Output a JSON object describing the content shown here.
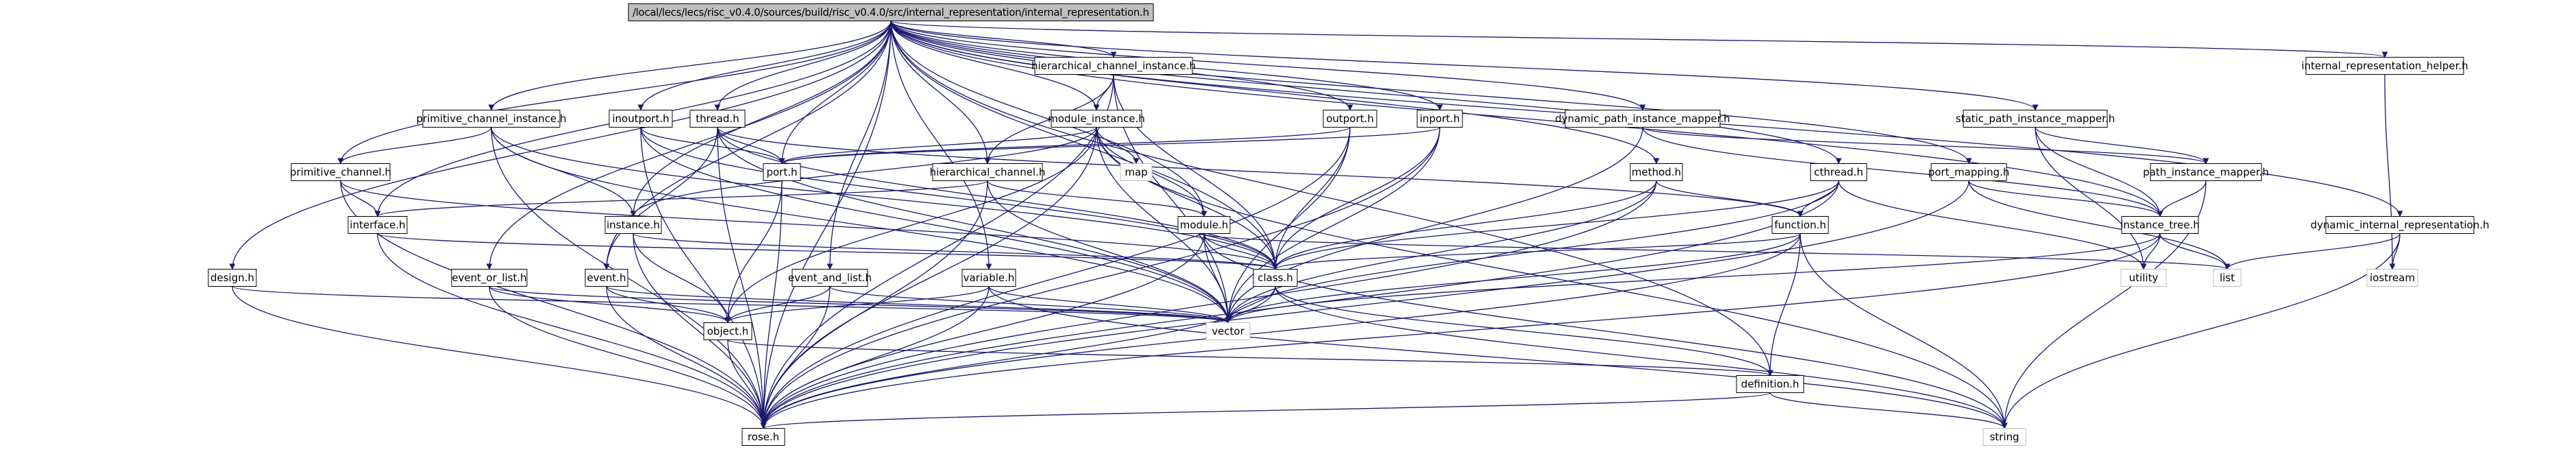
{
  "graph": {
    "colors": {
      "edge": "#191970",
      "node_border": "#000000",
      "root_fill": "#bfbfbf",
      "node_fill": "#ffffff",
      "external_border": "#bfbfbf",
      "external_text": "#000000"
    },
    "nodes": [
      {
        "id": "root",
        "label": "/local/lecs/lecs/risc_v0.4.0/sources/build/risc_v0.4.0/src/internal_representation/internal_representation.h",
        "kind": "root"
      },
      {
        "id": "hci",
        "label": "hierarchical_channel_instance.h",
        "kind": "file"
      },
      {
        "id": "irh",
        "label": "internal_representation_helper.h",
        "kind": "file"
      },
      {
        "id": "pci",
        "label": "primitive_channel_instance.h",
        "kind": "file"
      },
      {
        "id": "inoutport",
        "label": "inoutport.h",
        "kind": "file"
      },
      {
        "id": "thread",
        "label": "thread.h",
        "kind": "file"
      },
      {
        "id": "modinst",
        "label": "module_instance.h",
        "kind": "file"
      },
      {
        "id": "outport",
        "label": "outport.h",
        "kind": "file"
      },
      {
        "id": "inport",
        "label": "inport.h",
        "kind": "file"
      },
      {
        "id": "dpim",
        "label": "dynamic_path_instance_mapper.h",
        "kind": "file"
      },
      {
        "id": "spim",
        "label": "static_path_instance_mapper.h",
        "kind": "file"
      },
      {
        "id": "primch",
        "label": "primitive_channel.h",
        "kind": "file"
      },
      {
        "id": "port",
        "label": "port.h",
        "kind": "file"
      },
      {
        "id": "map",
        "label": "map",
        "kind": "external"
      },
      {
        "id": "hch",
        "label": "hierarchical_channel.h",
        "kind": "file"
      },
      {
        "id": "method",
        "label": "method.h",
        "kind": "file"
      },
      {
        "id": "cthread",
        "label": "cthread.h",
        "kind": "file"
      },
      {
        "id": "portmap",
        "label": "port_mapping.h",
        "kind": "file"
      },
      {
        "id": "pim",
        "label": "path_instance_mapper.h",
        "kind": "file"
      },
      {
        "id": "interface",
        "label": "interface.h",
        "kind": "file"
      },
      {
        "id": "instance",
        "label": "instance.h",
        "kind": "file"
      },
      {
        "id": "module",
        "label": "module.h",
        "kind": "file"
      },
      {
        "id": "function",
        "label": "function.h",
        "kind": "file"
      },
      {
        "id": "itree",
        "label": "instance_tree.h",
        "kind": "file"
      },
      {
        "id": "dir",
        "label": "dynamic_internal_representation.h",
        "kind": "file"
      },
      {
        "id": "design",
        "label": "design.h",
        "kind": "file"
      },
      {
        "id": "eol",
        "label": "event_or_list.h",
        "kind": "file"
      },
      {
        "id": "event",
        "label": "event.h",
        "kind": "file"
      },
      {
        "id": "eal",
        "label": "event_and_list.h",
        "kind": "file"
      },
      {
        "id": "variable",
        "label": "variable.h",
        "kind": "file"
      },
      {
        "id": "class",
        "label": "class.h",
        "kind": "file"
      },
      {
        "id": "utility",
        "label": "utility",
        "kind": "external"
      },
      {
        "id": "list",
        "label": "list",
        "kind": "external"
      },
      {
        "id": "iostream",
        "label": "iostream",
        "kind": "external"
      },
      {
        "id": "object",
        "label": "object.h",
        "kind": "file"
      },
      {
        "id": "vector",
        "label": "vector",
        "kind": "external"
      },
      {
        "id": "definition",
        "label": "definition.h",
        "kind": "file"
      },
      {
        "id": "rose",
        "label": "rose.h",
        "kind": "file"
      },
      {
        "id": "string",
        "label": "string",
        "kind": "external"
      }
    ],
    "edges": [
      [
        "root",
        "hci"
      ],
      [
        "root",
        "irh"
      ],
      [
        "root",
        "pci"
      ],
      [
        "root",
        "inoutport"
      ],
      [
        "root",
        "thread"
      ],
      [
        "root",
        "modinst"
      ],
      [
        "root",
        "outport"
      ],
      [
        "root",
        "inport"
      ],
      [
        "root",
        "dpim"
      ],
      [
        "root",
        "spim"
      ],
      [
        "root",
        "primch"
      ],
      [
        "root",
        "port"
      ],
      [
        "root",
        "hch"
      ],
      [
        "root",
        "method"
      ],
      [
        "root",
        "cthread"
      ],
      [
        "root",
        "portmap"
      ],
      [
        "root",
        "interface"
      ],
      [
        "root",
        "instance"
      ],
      [
        "root",
        "module"
      ],
      [
        "root",
        "itree"
      ],
      [
        "root",
        "dir"
      ],
      [
        "root",
        "design"
      ],
      [
        "root",
        "eol"
      ],
      [
        "root",
        "event"
      ],
      [
        "root",
        "eal"
      ],
      [
        "root",
        "variable"
      ],
      [
        "root",
        "class"
      ],
      [
        "root",
        "definition"
      ],
      [
        "root",
        "rose"
      ],
      [
        "hci",
        "modinst"
      ],
      [
        "hci",
        "hch"
      ],
      [
        "hci",
        "class"
      ],
      [
        "hci",
        "vector"
      ],
      [
        "hci",
        "rose"
      ],
      [
        "irh",
        "iostream"
      ],
      [
        "pci",
        "primch"
      ],
      [
        "pci",
        "instance"
      ],
      [
        "pci",
        "vector"
      ],
      [
        "pci",
        "class"
      ],
      [
        "pci",
        "rose"
      ],
      [
        "inoutport",
        "port"
      ],
      [
        "inoutport",
        "class"
      ],
      [
        "inoutport",
        "vector"
      ],
      [
        "inoutport",
        "rose"
      ],
      [
        "thread",
        "port"
      ],
      [
        "thread",
        "function"
      ],
      [
        "thread",
        "event"
      ],
      [
        "thread",
        "vector"
      ],
      [
        "thread",
        "class"
      ],
      [
        "thread",
        "rose"
      ],
      [
        "modinst",
        "port"
      ],
      [
        "modinst",
        "map"
      ],
      [
        "modinst",
        "module"
      ],
      [
        "modinst",
        "instance"
      ],
      [
        "modinst",
        "class"
      ],
      [
        "modinst",
        "vector"
      ],
      [
        "modinst",
        "object"
      ],
      [
        "modinst",
        "rose"
      ],
      [
        "modinst",
        "string"
      ],
      [
        "outport",
        "port"
      ],
      [
        "outport",
        "class"
      ],
      [
        "outport",
        "vector"
      ],
      [
        "outport",
        "rose"
      ],
      [
        "inport",
        "port"
      ],
      [
        "inport",
        "class"
      ],
      [
        "inport",
        "vector"
      ],
      [
        "inport",
        "rose"
      ],
      [
        "dpim",
        "itree"
      ],
      [
        "dpim",
        "pim"
      ],
      [
        "dpim",
        "vector"
      ],
      [
        "spim",
        "itree"
      ],
      [
        "spim",
        "pim"
      ],
      [
        "spim",
        "utility"
      ],
      [
        "primch",
        "interface"
      ],
      [
        "primch",
        "class"
      ],
      [
        "primch",
        "rose"
      ],
      [
        "port",
        "object"
      ],
      [
        "port",
        "rose"
      ],
      [
        "hch",
        "module"
      ],
      [
        "hch",
        "interface"
      ],
      [
        "hch",
        "vector"
      ],
      [
        "hch",
        "rose"
      ],
      [
        "method",
        "function"
      ],
      [
        "method",
        "class"
      ],
      [
        "method",
        "vector"
      ],
      [
        "method",
        "rose"
      ],
      [
        "cthread",
        "function"
      ],
      [
        "cthread",
        "class"
      ],
      [
        "cthread",
        "vector"
      ],
      [
        "cthread",
        "rose"
      ],
      [
        "cthread",
        "utility"
      ],
      [
        "portmap",
        "itree"
      ],
      [
        "portmap",
        "list"
      ],
      [
        "portmap",
        "rose"
      ],
      [
        "pim",
        "itree"
      ],
      [
        "pim",
        "string"
      ],
      [
        "interface",
        "class"
      ],
      [
        "interface",
        "rose"
      ],
      [
        "instance",
        "object"
      ],
      [
        "instance",
        "class"
      ],
      [
        "instance",
        "rose"
      ],
      [
        "module",
        "class"
      ],
      [
        "module",
        "vector"
      ],
      [
        "module",
        "rose"
      ],
      [
        "module",
        "string"
      ],
      [
        "module",
        "list"
      ],
      [
        "function",
        "class"
      ],
      [
        "function",
        "definition"
      ],
      [
        "function",
        "vector"
      ],
      [
        "function",
        "rose"
      ],
      [
        "function",
        "string"
      ],
      [
        "itree",
        "vector"
      ],
      [
        "itree",
        "utility"
      ],
      [
        "itree",
        "list"
      ],
      [
        "itree",
        "rose"
      ],
      [
        "dir",
        "list"
      ],
      [
        "dir",
        "iostream"
      ],
      [
        "dir",
        "string"
      ],
      [
        "design",
        "vector"
      ],
      [
        "design",
        "rose"
      ],
      [
        "eol",
        "object"
      ],
      [
        "eol",
        "vector"
      ],
      [
        "eol",
        "rose"
      ],
      [
        "event",
        "object"
      ],
      [
        "event",
        "vector"
      ],
      [
        "event",
        "rose"
      ],
      [
        "eal",
        "object"
      ],
      [
        "eal",
        "vector"
      ],
      [
        "eal",
        "rose"
      ],
      [
        "variable",
        "object"
      ],
      [
        "variable",
        "vector"
      ],
      [
        "variable",
        "rose"
      ],
      [
        "variable",
        "string"
      ],
      [
        "class",
        "vector"
      ],
      [
        "class",
        "definition"
      ],
      [
        "class",
        "rose"
      ],
      [
        "class",
        "string"
      ],
      [
        "object",
        "definition"
      ],
      [
        "object",
        "rose"
      ],
      [
        "definition",
        "rose"
      ],
      [
        "definition",
        "string"
      ]
    ]
  }
}
